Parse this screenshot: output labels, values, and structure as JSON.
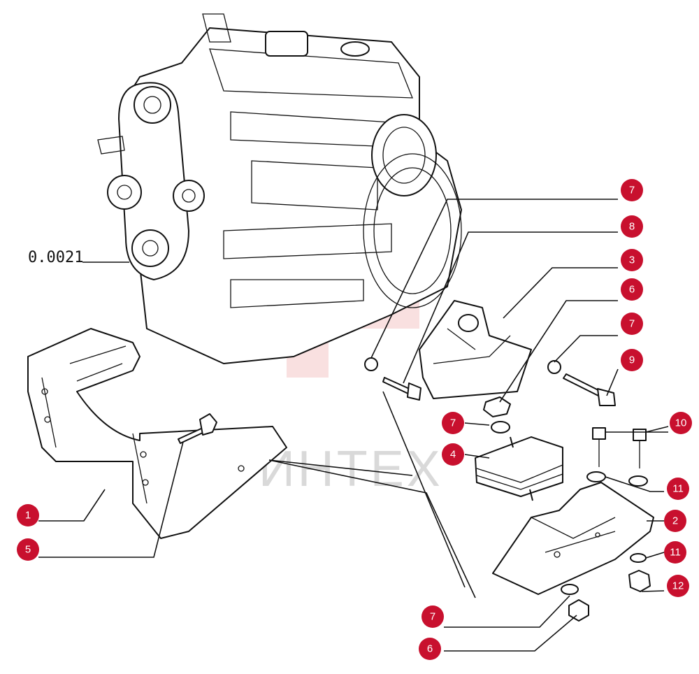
{
  "diagram": {
    "part_reference": "0.0021",
    "watermark_text": "ИНТЕХ",
    "callouts": [
      {
        "id": "c-7a",
        "label": "7"
      },
      {
        "id": "c-8",
        "label": "8"
      },
      {
        "id": "c-3",
        "label": "3"
      },
      {
        "id": "c-6a",
        "label": "6"
      },
      {
        "id": "c-7b",
        "label": "7"
      },
      {
        "id": "c-9",
        "label": "9"
      },
      {
        "id": "c-7c",
        "label": "7"
      },
      {
        "id": "c-10",
        "label": "10"
      },
      {
        "id": "c-4",
        "label": "4"
      },
      {
        "id": "c-11a",
        "label": "11"
      },
      {
        "id": "c-2",
        "label": "2"
      },
      {
        "id": "c-11b",
        "label": "11"
      },
      {
        "id": "c-12",
        "label": "12"
      },
      {
        "id": "c-1",
        "label": "1"
      },
      {
        "id": "c-5",
        "label": "5"
      },
      {
        "id": "c-7d",
        "label": "7"
      },
      {
        "id": "c-6b",
        "label": "6"
      }
    ],
    "colors": {
      "callout": "#c8102e",
      "line": "#111111",
      "watermark": "#f2c6c6"
    }
  }
}
